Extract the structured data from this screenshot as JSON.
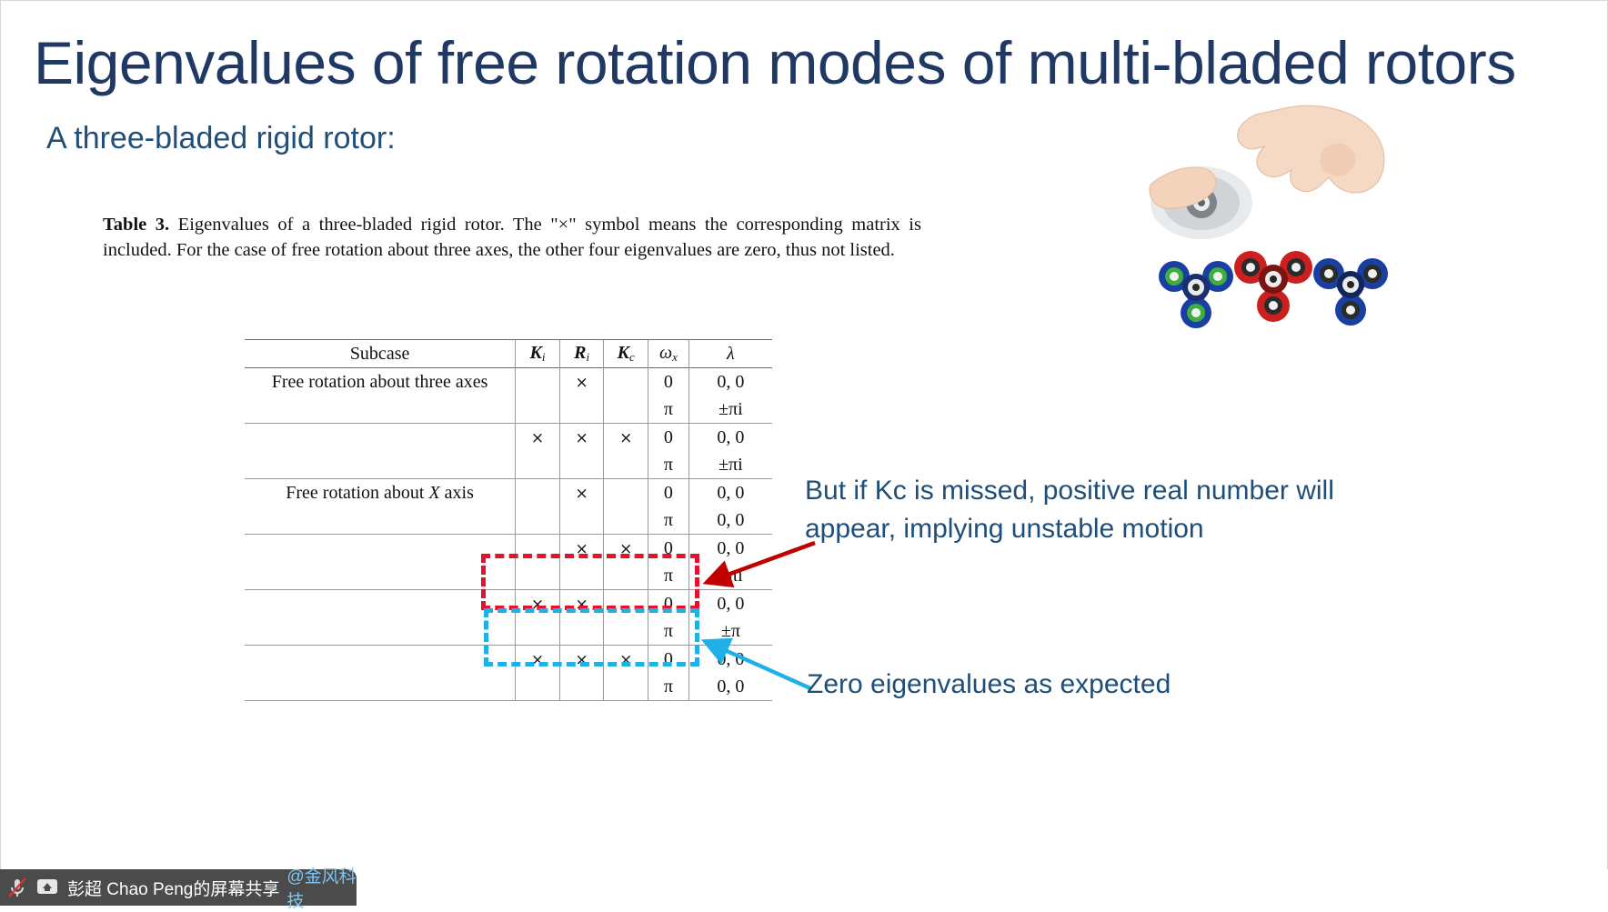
{
  "slide": {
    "title": "Eigenvalues of free rotation modes of multi-bladed rotors",
    "subtitle": "A three-bladed rigid rotor:",
    "title_color": "#1f3864",
    "subtitle_color": "#1f4e79"
  },
  "caption": {
    "label": "Table 3.",
    "text": " Eigenvalues of a three-bladed rigid rotor. The \"×\" symbol means the corresponding matrix is included. For the case of free rotation about three axes, the other four eigenvalues are zero, thus not listed."
  },
  "table": {
    "headers": [
      "Subcase",
      "K",
      "R",
      "K",
      "ω",
      "λ"
    ],
    "header_subs": [
      "",
      "i",
      "i",
      "c",
      "x",
      ""
    ],
    "mark": "×",
    "rows": [
      {
        "subcase": "Free rotation about three axes",
        "Ki": "",
        "Ri": "×",
        "Kc": "",
        "wx": "0",
        "lambda": "0, 0",
        "group_start": true
      },
      {
        "subcase": "",
        "Ki": "",
        "Ri": "",
        "Kc": "",
        "wx": "π",
        "lambda": "±πi",
        "group_start": false
      },
      {
        "subcase": "",
        "Ki": "×",
        "Ri": "×",
        "Kc": "×",
        "wx": "0",
        "lambda": "0, 0",
        "group_start": true
      },
      {
        "subcase": "",
        "Ki": "",
        "Ri": "",
        "Kc": "",
        "wx": "π",
        "lambda": "±πi",
        "group_start": false
      },
      {
        "subcase": "Free rotation about X axis",
        "Ki": "",
        "Ri": "×",
        "Kc": "",
        "wx": "0",
        "lambda": "0, 0",
        "group_start": true
      },
      {
        "subcase": "",
        "Ki": "",
        "Ri": "",
        "Kc": "",
        "wx": "π",
        "lambda": "0, 0",
        "group_start": false
      },
      {
        "subcase": "",
        "Ki": "",
        "Ri": "×",
        "Kc": "×",
        "wx": "0",
        "lambda": "0, 0",
        "group_start": true
      },
      {
        "subcase": "",
        "Ki": "",
        "Ri": "",
        "Kc": "",
        "wx": "π",
        "lambda": "±πi",
        "group_start": false
      },
      {
        "subcase": "",
        "Ki": "×",
        "Ri": "×",
        "Kc": "",
        "wx": "0",
        "lambda": "0, 0",
        "group_start": true
      },
      {
        "subcase": "",
        "Ki": "",
        "Ri": "",
        "Kc": "",
        "wx": "π",
        "lambda": "±π",
        "group_start": false
      },
      {
        "subcase": "",
        "Ki": "×",
        "Ri": "×",
        "Kc": "×",
        "wx": "0",
        "lambda": "0, 0",
        "group_start": true
      },
      {
        "subcase": "",
        "Ki": "",
        "Ri": "",
        "Kc": "",
        "wx": "π",
        "lambda": "0, 0",
        "group_start": false
      }
    ]
  },
  "annotations": {
    "red": {
      "text": "But if Kc is missed, positive real number will appear, implying unstable motion",
      "color": "#1f4e79",
      "box_color": "#e8112d",
      "arrow_color": "#c00000"
    },
    "blue": {
      "text": "Zero eigenvalues as expected",
      "color": "#1f4e79",
      "box_color": "#1fb0e8",
      "arrow_color": "#1fb0e8"
    }
  },
  "taskbar": {
    "mic_icon": "mic-muted-icon",
    "share_icon": "screen-share-icon",
    "text": "彭超 Chao Peng的屏幕共享",
    "handle": "@金风科技",
    "bg": "#4b4b4b"
  }
}
